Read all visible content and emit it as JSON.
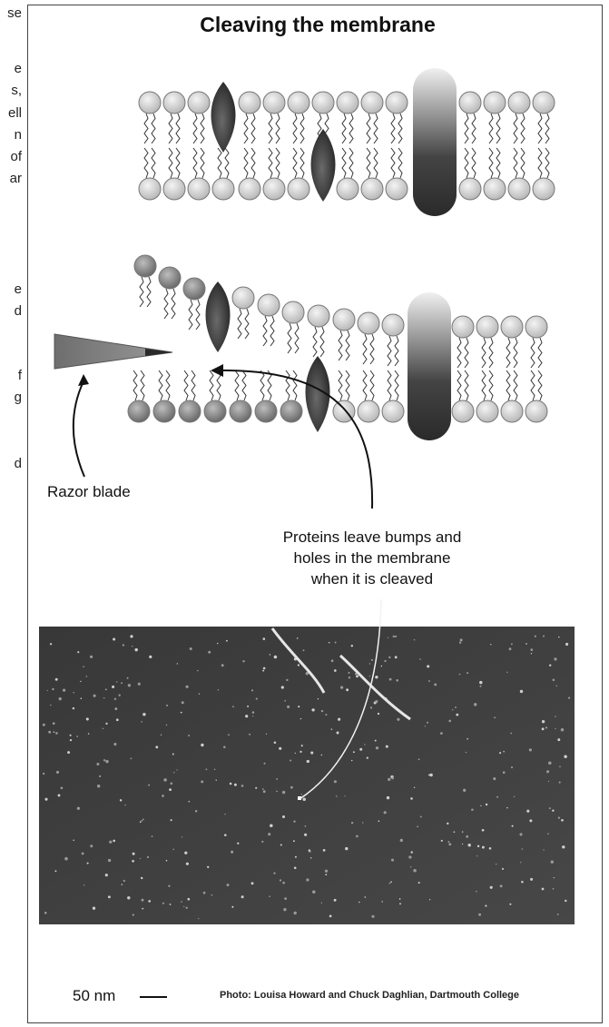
{
  "left_column_fragments": [
    "se",
    "",
    "e",
    "s,",
    "ell",
    "n",
    "of",
    "ar",
    "",
    "",
    "",
    "e",
    "d",
    "",
    "",
    "f",
    "g",
    "",
    "d"
  ],
  "title": "Cleaving the membrane",
  "label_razor": "Razor blade",
  "caption_lines": [
    "Proteins leave bumps and",
    "holes in the membrane",
    "when it is cleaved"
  ],
  "scale_label": "50 nm",
  "credit": "Photo: Louisa Howard and Chuck Daghlian, Dartmouth College",
  "colors": {
    "lipid_head": "#dcdcdc",
    "protein_dark": "#3a3a3a",
    "blade": "#707070",
    "micrograph_bg": "#3d3d3d"
  }
}
